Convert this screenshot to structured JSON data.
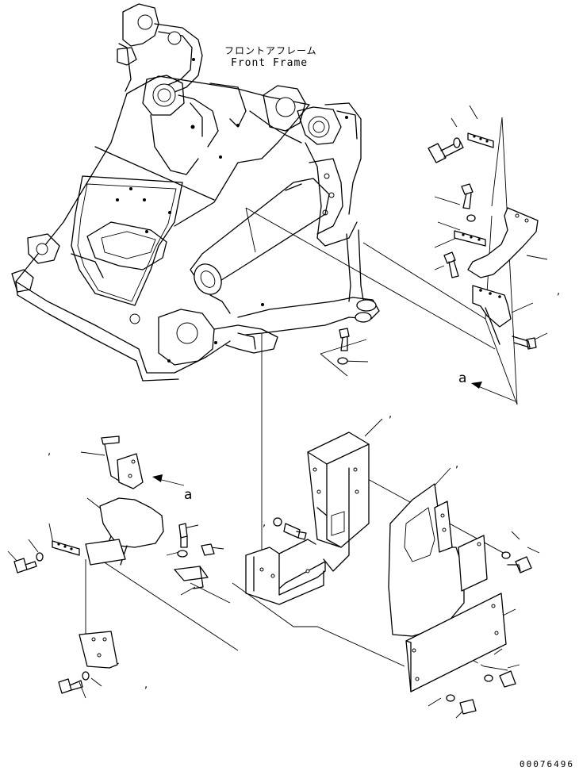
{
  "title": {
    "japanese": "フロントアフレーム",
    "english": "Front Frame"
  },
  "view_reference": {
    "upper_label": "a",
    "lower_label": "a"
  },
  "drawing_number": "00076496",
  "part_callout_marks": [
    ",",
    ",",
    ",",
    ",",
    ",",
    ","
  ]
}
